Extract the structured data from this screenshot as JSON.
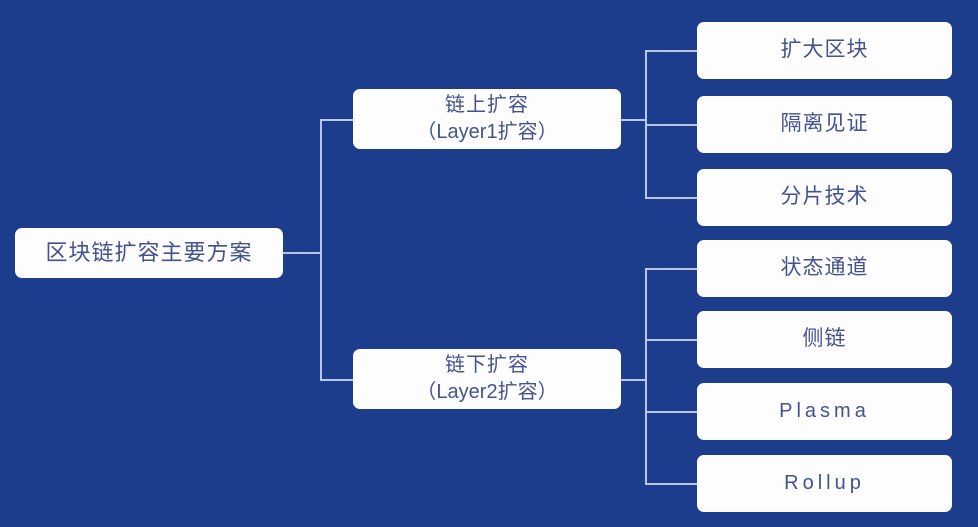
{
  "diagram": {
    "title_text": "区块链扩容主要方案",
    "background_color": "#1c3c8c",
    "node_fill_color": "#fdfdfd",
    "node_text_color": "#44538f",
    "connector_color": "#b9c6e6",
    "root": {
      "label": "区块链扩容主要方案"
    },
    "branches": [
      {
        "line1": "链上扩容",
        "line2": "（Layer1扩容）",
        "children": [
          {
            "label": "扩大区块",
            "script": "cjk"
          },
          {
            "label": "隔离见证",
            "script": "cjk"
          },
          {
            "label": "分片技术",
            "script": "cjk"
          }
        ]
      },
      {
        "line1": "链下扩容",
        "line2": "（Layer2扩容）",
        "children": [
          {
            "label": "状态通道",
            "script": "cjk"
          },
          {
            "label": "侧链",
            "script": "cjk"
          },
          {
            "label": "Plasma",
            "script": "latin"
          },
          {
            "label": "Rollup",
            "script": "latin"
          }
        ]
      }
    ],
    "leaves_flat": [
      "扩大区块",
      "隔离见证",
      "分片技术",
      "状态通道",
      "侧链",
      "Plasma",
      "Rollup"
    ]
  }
}
